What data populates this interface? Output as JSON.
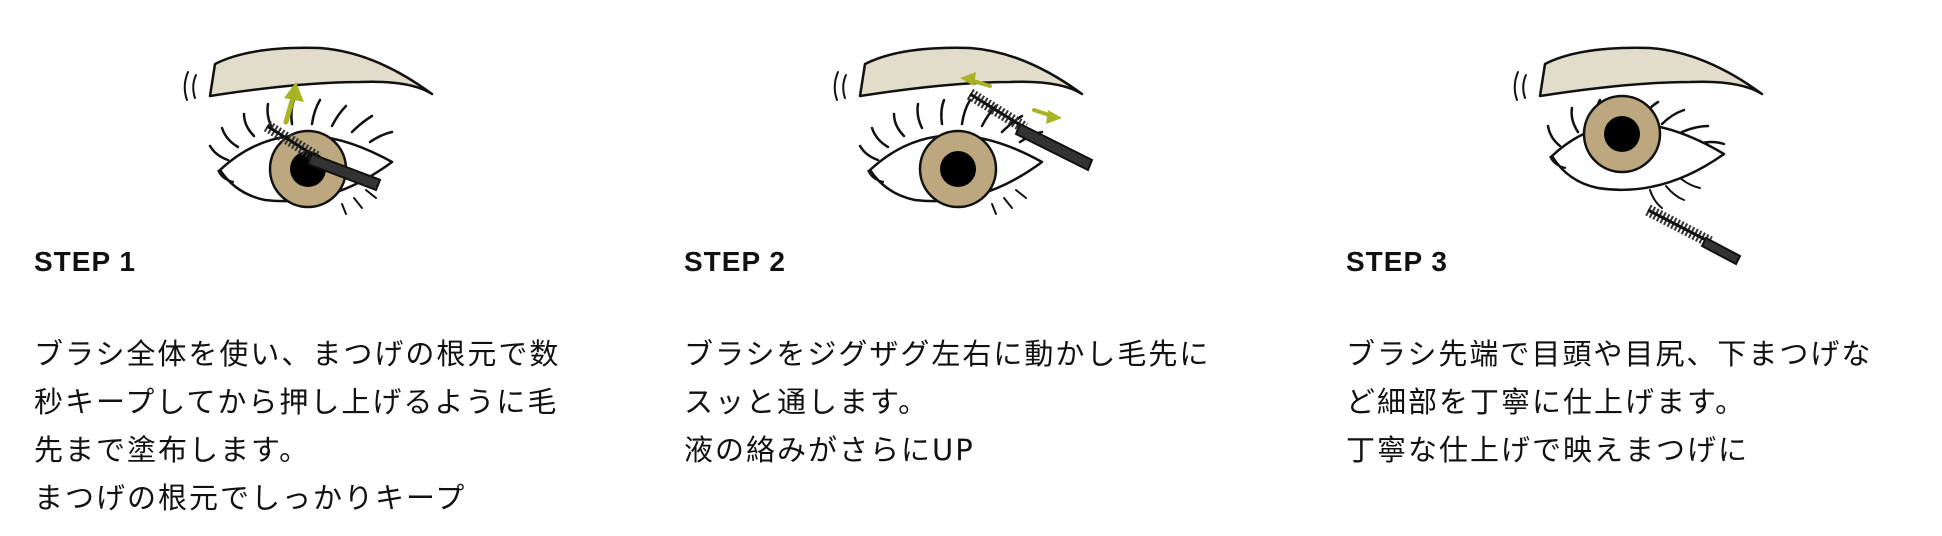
{
  "steps": [
    {
      "title": "STEP 1",
      "lines": [
        "ブラシ全体を使い、まつげの根元で数",
        "秒キープしてから押し上げるように毛",
        "先まで塗布します。",
        "まつげの根元でしっかりキープ"
      ],
      "illustration": [
        "brow",
        "open-eye",
        "mascara-brush",
        "up-arrow"
      ]
    },
    {
      "title": "STEP 2",
      "lines": [
        "ブラシをジグザグ左右に動かし毛先に",
        "スッと通します。",
        "液の絡みがさらにUP"
      ],
      "illustration": [
        "brow",
        "open-eye",
        "mascara-brush",
        "left-right-arrows"
      ]
    },
    {
      "title": "STEP 3",
      "lines": [
        "ブラシ先端で目頭や目尻、下まつげな",
        "ど細部を丁寧に仕上げます。",
        "丁寧な仕上げで映えまつげに"
      ],
      "illustration": [
        "brow",
        "upward-eye",
        "mascara-brush"
      ]
    }
  ],
  "colors": {
    "brow": "#e2dccb",
    "iris": "#bda77f",
    "pupil": "#000000",
    "brush": "#333333",
    "arrow": "#a8b424",
    "text": "#111111"
  }
}
